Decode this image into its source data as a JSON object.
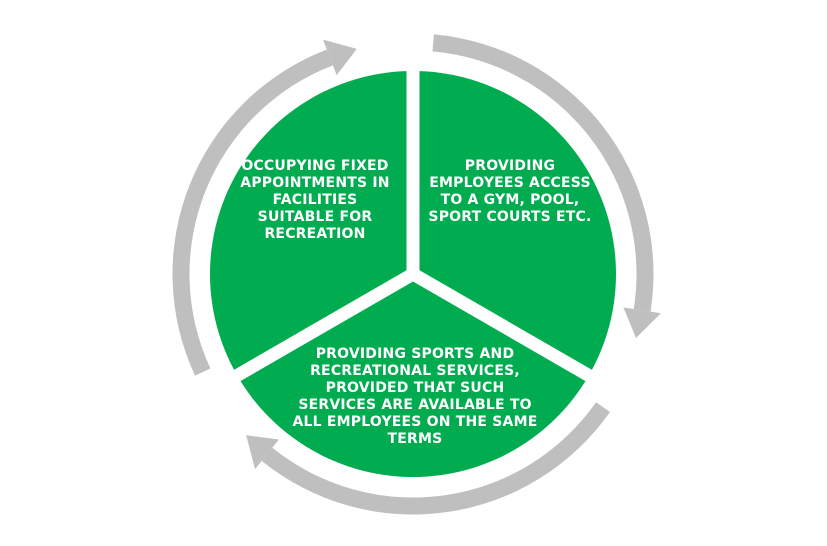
{
  "diagram": {
    "type": "cycle",
    "colors": {
      "segment_fill": "#00AC4F",
      "ring": "#BFBFBF",
      "separator": "#FFFFFF",
      "text": "#FFFFFF"
    },
    "segments": [
      {
        "id": "left",
        "label": "OCCUPYING FIXED APPOINTMENTS IN FACILITIES SUITABLE FOR RECREATION"
      },
      {
        "id": "right",
        "label": "PROVIDING EMPLOYEES ACCESS TO A GYM, POOL, SPORT COURTS ETC."
      },
      {
        "id": "bottom",
        "label": "PROVIDING SPORTS AND RECREATIONAL SERVICES, PROVIDED THAT SUCH SERVICES ARE AVAILABLE TO ALL EMPLOYEES ON THE SAME TERMS"
      }
    ]
  }
}
